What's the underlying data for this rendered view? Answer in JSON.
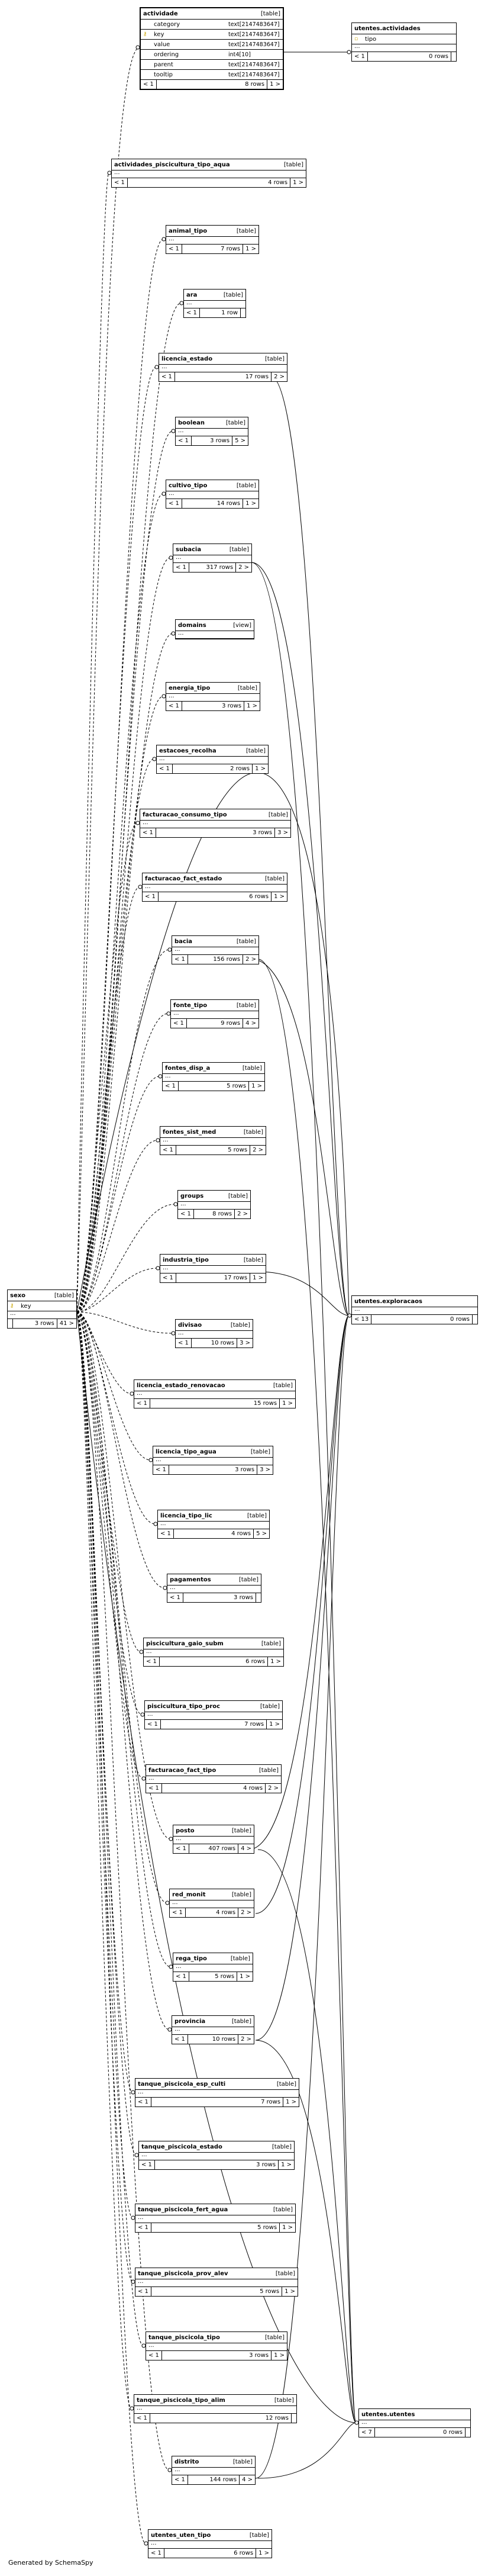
{
  "table_tag": "[table]",
  "view_tag": "[view]",
  "ellipsis": "...",
  "credit": "Generated by SchemaSpy",
  "actividade": {
    "name": "actividade",
    "columns": [
      {
        "name": "category",
        "type": "text[2147483647]",
        "key": false
      },
      {
        "name": "key",
        "type": "text[2147483647]",
        "key": true
      },
      {
        "name": "value",
        "type": "text[2147483647]",
        "key": false
      },
      {
        "name": "ordering",
        "type": "int4[10]",
        "key": false
      },
      {
        "name": "parent",
        "type": "text[2147483647]",
        "key": false
      },
      {
        "name": "tooltip",
        "type": "text[2147483647]",
        "key": false
      }
    ],
    "left": "< 1",
    "rows": "8 rows",
    "right": "1 >"
  },
  "atividades": {
    "name": "utentes.actividades",
    "col": "tipo",
    "left": "< 1",
    "rows": "0 rows",
    "right": ""
  },
  "sexo": {
    "name": "sexo",
    "col": "key",
    "left": "",
    "rows": "3 rows",
    "right": "41 >"
  },
  "exploracaos": {
    "name": "utentes.exploracaos",
    "left": "< 13",
    "rows": "0 rows",
    "right": ""
  },
  "utentes": {
    "name": "utentes.utentes",
    "left": "< 7",
    "rows": "0 rows",
    "right": ""
  },
  "tables": [
    {
      "name": "actividades_piscicultura_tipo_aqua",
      "tag": "[table]",
      "left": "< 1",
      "rows": "4 rows",
      "right": "1 >"
    },
    {
      "name": "animal_tipo",
      "tag": "[table]",
      "left": "< 1",
      "rows": "7 rows",
      "right": "1 >"
    },
    {
      "name": "ara",
      "tag": "[table]",
      "left": "< 1",
      "rows": "1 row",
      "right": ""
    },
    {
      "name": "licencia_estado",
      "tag": "[table]",
      "left": "< 1",
      "rows": "17 rows",
      "right": "2 >"
    },
    {
      "name": "boolean",
      "tag": "[table]",
      "left": "< 1",
      "rows": "3 rows",
      "right": "5 >"
    },
    {
      "name": "cultivo_tipo",
      "tag": "[table]",
      "left": "< 1",
      "rows": "14 rows",
      "right": "1 >"
    },
    {
      "name": "subacia",
      "tag": "[table]",
      "left": "< 1",
      "rows": "317 rows",
      "right": "2 >"
    },
    {
      "name": "domains",
      "tag": "[view]",
      "left": "",
      "rows": "",
      "right": ""
    },
    {
      "name": "energia_tipo",
      "tag": "[table]",
      "left": "< 1",
      "rows": "3 rows",
      "right": "1 >"
    },
    {
      "name": "estacoes_recolha",
      "tag": "[table]",
      "left": "< 1",
      "rows": "2 rows",
      "right": "1 >"
    },
    {
      "name": "facturacao_consumo_tipo",
      "tag": "[table]",
      "left": "< 1",
      "rows": "3 rows",
      "right": "3 >"
    },
    {
      "name": "facturacao_fact_estado",
      "tag": "[table]",
      "left": "< 1",
      "rows": "6 rows",
      "right": "1 >"
    },
    {
      "name": "bacia",
      "tag": "[table]",
      "left": "< 1",
      "rows": "156 rows",
      "right": "2 >"
    },
    {
      "name": "fonte_tipo",
      "tag": "[table]",
      "left": "< 1",
      "rows": "9 rows",
      "right": "4 >"
    },
    {
      "name": "fontes_disp_a",
      "tag": "[table]",
      "left": "< 1",
      "rows": "5 rows",
      "right": "1 >"
    },
    {
      "name": "fontes_sist_med",
      "tag": "[table]",
      "left": "< 1",
      "rows": "5 rows",
      "right": "2 >"
    },
    {
      "name": "groups",
      "tag": "[table]",
      "left": "< 1",
      "rows": "8 rows",
      "right": "2 >"
    },
    {
      "name": "industria_tipo",
      "tag": "[table]",
      "left": "< 1",
      "rows": "17 rows",
      "right": "1 >"
    },
    {
      "name": "divisao",
      "tag": "[table]",
      "left": "< 1",
      "rows": "10 rows",
      "right": "3 >"
    },
    {
      "name": "licencia_estado_renovacao",
      "tag": "[table]",
      "left": "< 1",
      "rows": "15 rows",
      "right": "1 >"
    },
    {
      "name": "licencia_tipo_agua",
      "tag": "[table]",
      "left": "< 1",
      "rows": "3 rows",
      "right": "3 >"
    },
    {
      "name": "licencia_tipo_lic",
      "tag": "[table]",
      "left": "< 1",
      "rows": "4 rows",
      "right": "5 >"
    },
    {
      "name": "pagamentos",
      "tag": "[table]",
      "left": "< 1",
      "rows": "3 rows",
      "right": ""
    },
    {
      "name": "piscicultura_gaio_subm",
      "tag": "[table]",
      "left": "< 1",
      "rows": "6 rows",
      "right": "1 >"
    },
    {
      "name": "piscicultura_tipo_proc",
      "tag": "[table]",
      "left": "< 1",
      "rows": "7 rows",
      "right": "1 >"
    },
    {
      "name": "facturacao_fact_tipo",
      "tag": "[table]",
      "left": "< 1",
      "rows": "4 rows",
      "right": "2 >"
    },
    {
      "name": "posto",
      "tag": "[table]",
      "left": "< 1",
      "rows": "407 rows",
      "right": "4 >"
    },
    {
      "name": "red_monit",
      "tag": "[table]",
      "left": "< 1",
      "rows": "4 rows",
      "right": "2 >"
    },
    {
      "name": "rega_tipo",
      "tag": "[table]",
      "left": "< 1",
      "rows": "5 rows",
      "right": "1 >"
    },
    {
      "name": "provincia",
      "tag": "[table]",
      "left": "< 1",
      "rows": "10 rows",
      "right": "2 >"
    },
    {
      "name": "tanque_piscicola_esp_culti",
      "tag": "[table]",
      "left": "< 1",
      "rows": "7 rows",
      "right": "1 >"
    },
    {
      "name": "tanque_piscicola_estado",
      "tag": "[table]",
      "left": "< 1",
      "rows": "3 rows",
      "right": "1 >"
    },
    {
      "name": "tanque_piscicola_fert_agua",
      "tag": "[table]",
      "left": "< 1",
      "rows": "5 rows",
      "right": "1 >"
    },
    {
      "name": "tanque_piscicola_prov_alev",
      "tag": "[table]",
      "left": "< 1",
      "rows": "5 rows",
      "right": "1 >"
    },
    {
      "name": "tanque_piscicola_tipo",
      "tag": "[table]",
      "left": "< 1",
      "rows": "3 rows",
      "right": "1 >"
    },
    {
      "name": "tanque_piscicola_tipo_alim",
      "tag": "[table]",
      "left": "< 1",
      "rows": "12 rows",
      "right": ""
    },
    {
      "name": "distrito",
      "tag": "[table]",
      "left": "< 1",
      "rows": "144 rows",
      "right": "4 >"
    },
    {
      "name": "utentes_uten_tipo",
      "tag": "[table]",
      "left": "< 1",
      "rows": "6 rows",
      "right": "1 >"
    }
  ]
}
